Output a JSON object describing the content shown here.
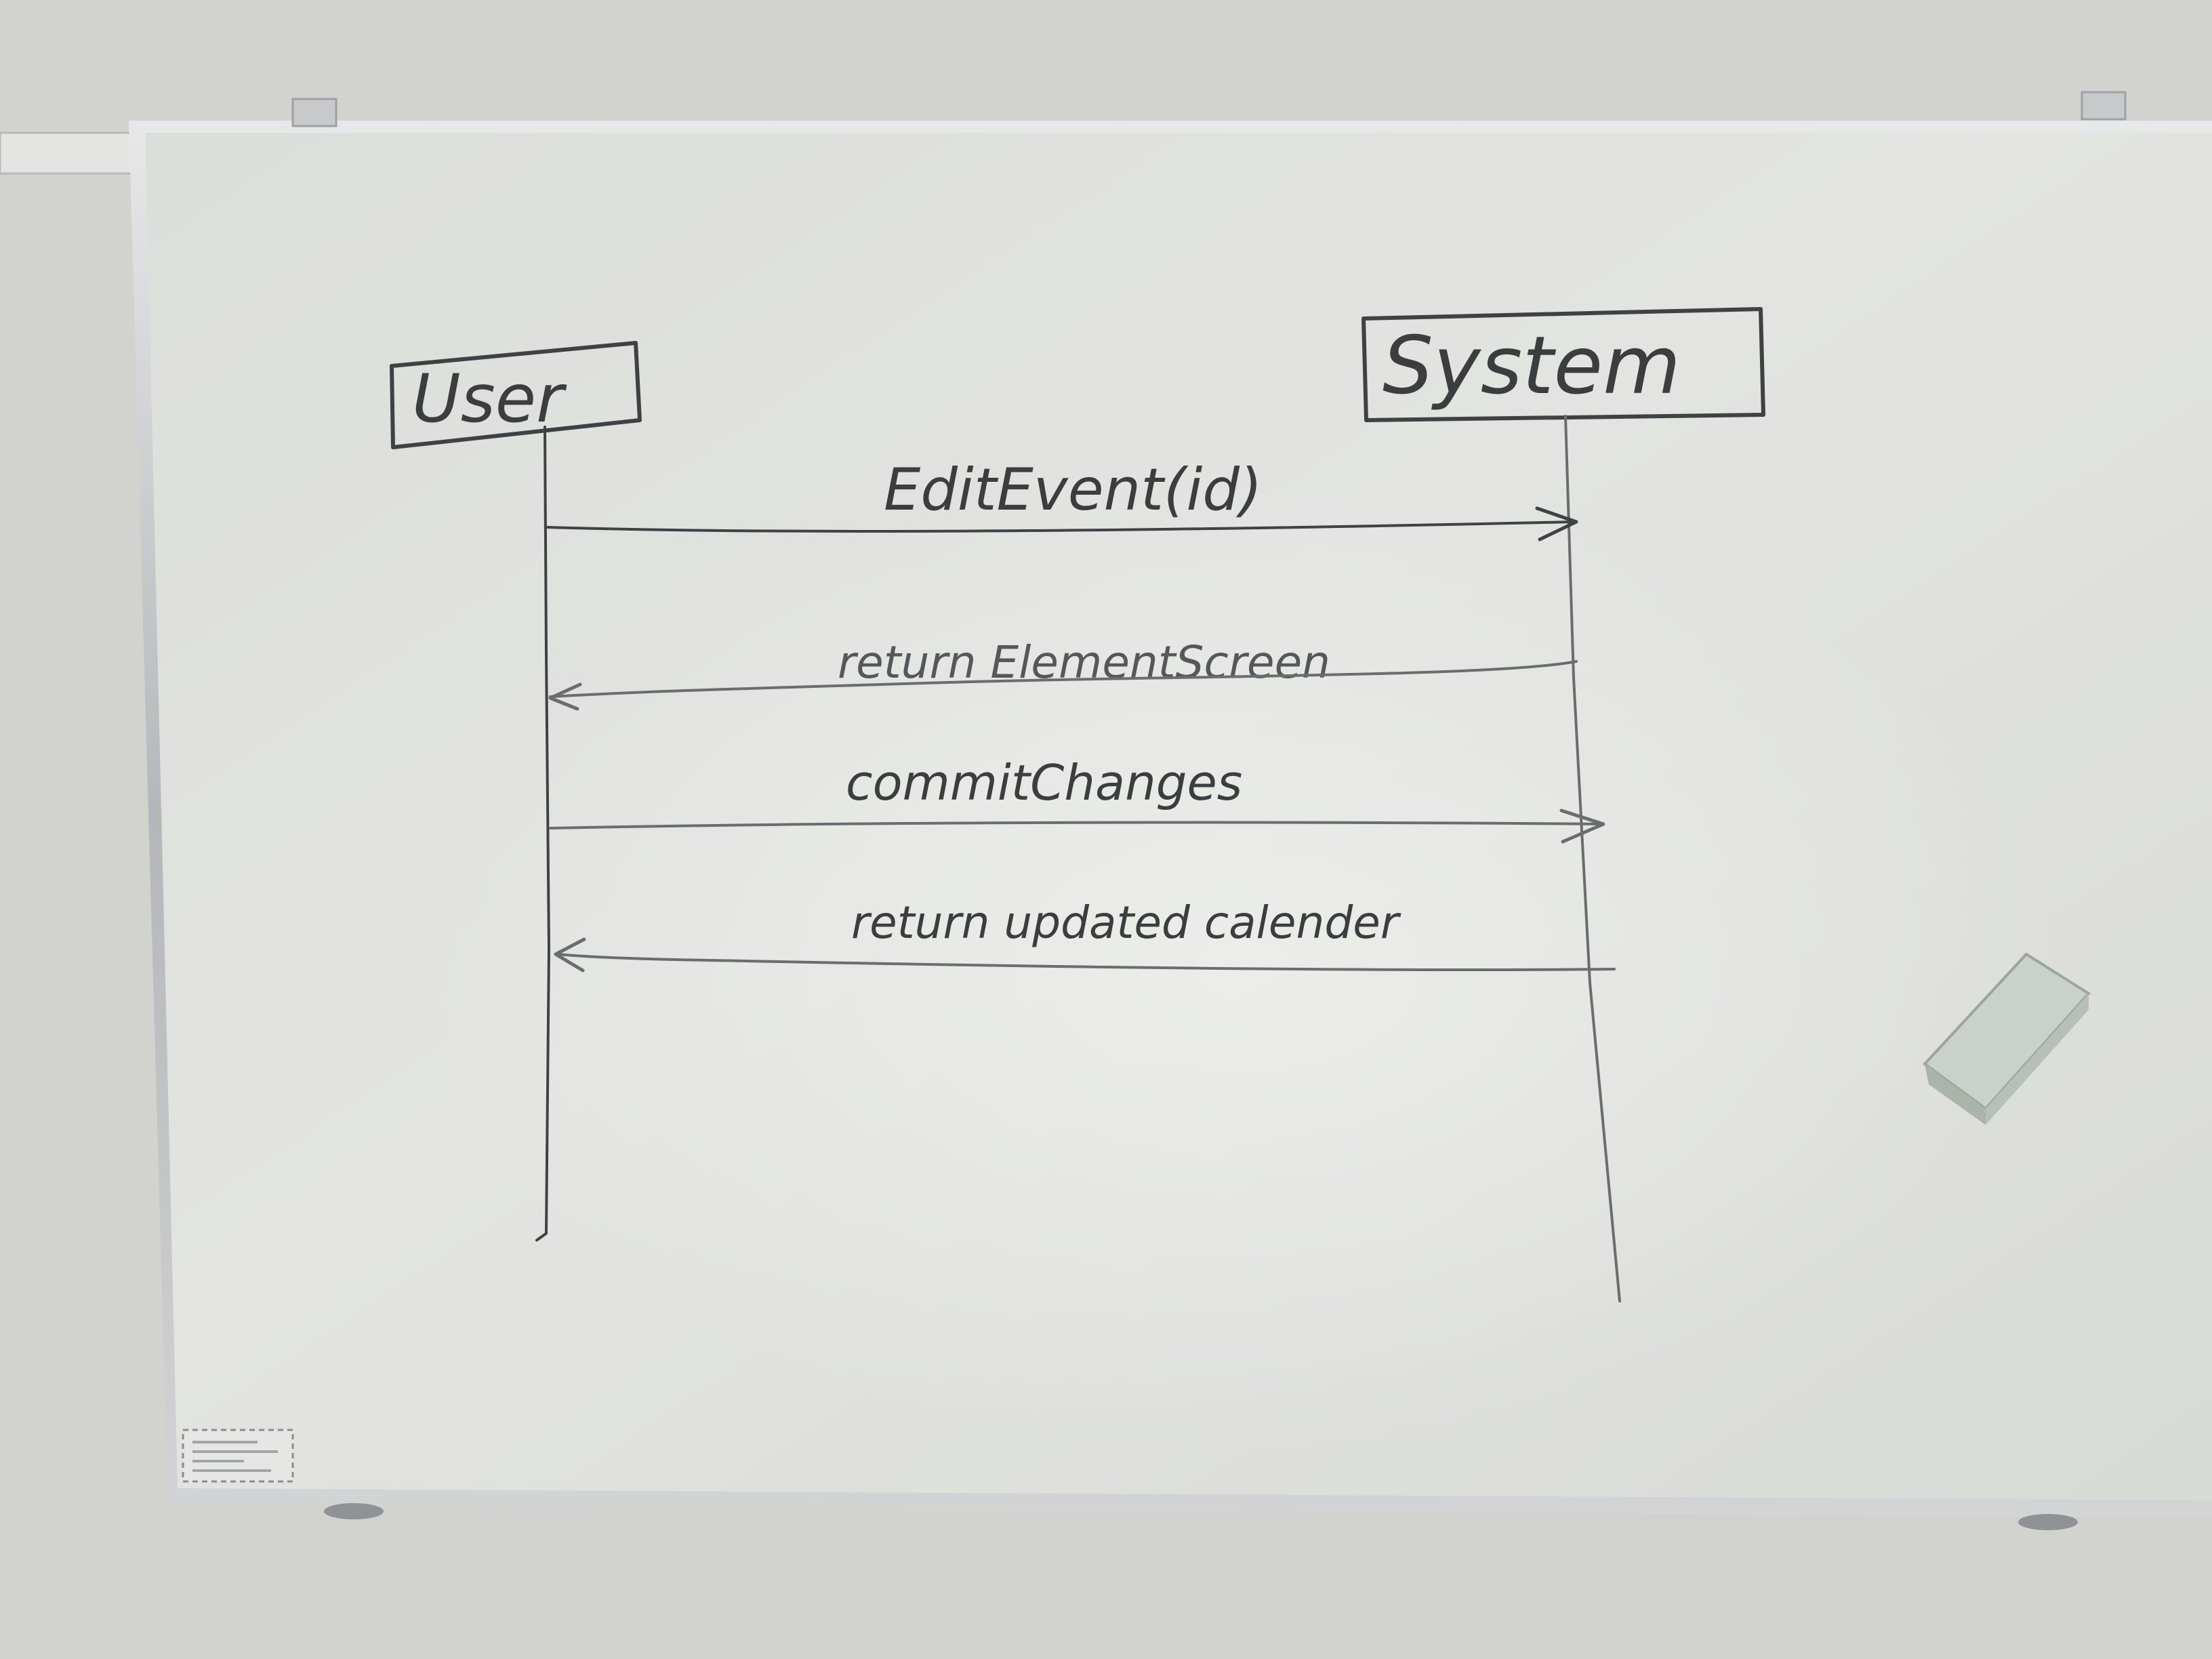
{
  "diagram": {
    "participants": [
      {
        "id": "user",
        "label": "User"
      },
      {
        "id": "system",
        "label": "System"
      }
    ],
    "messages": [
      {
        "from": "user",
        "to": "system",
        "label": "EditEvent(id)"
      },
      {
        "from": "system",
        "to": "user",
        "label": "return ElementScreen"
      },
      {
        "from": "user",
        "to": "system",
        "label": "commitChanges"
      },
      {
        "from": "system",
        "to": "user",
        "label": "return updated calender"
      }
    ]
  },
  "colors": {
    "board": "#dfe0dc",
    "frame": "#b9bcbd",
    "ink": "#3f4244",
    "eraser": "#c4ccc5"
  }
}
